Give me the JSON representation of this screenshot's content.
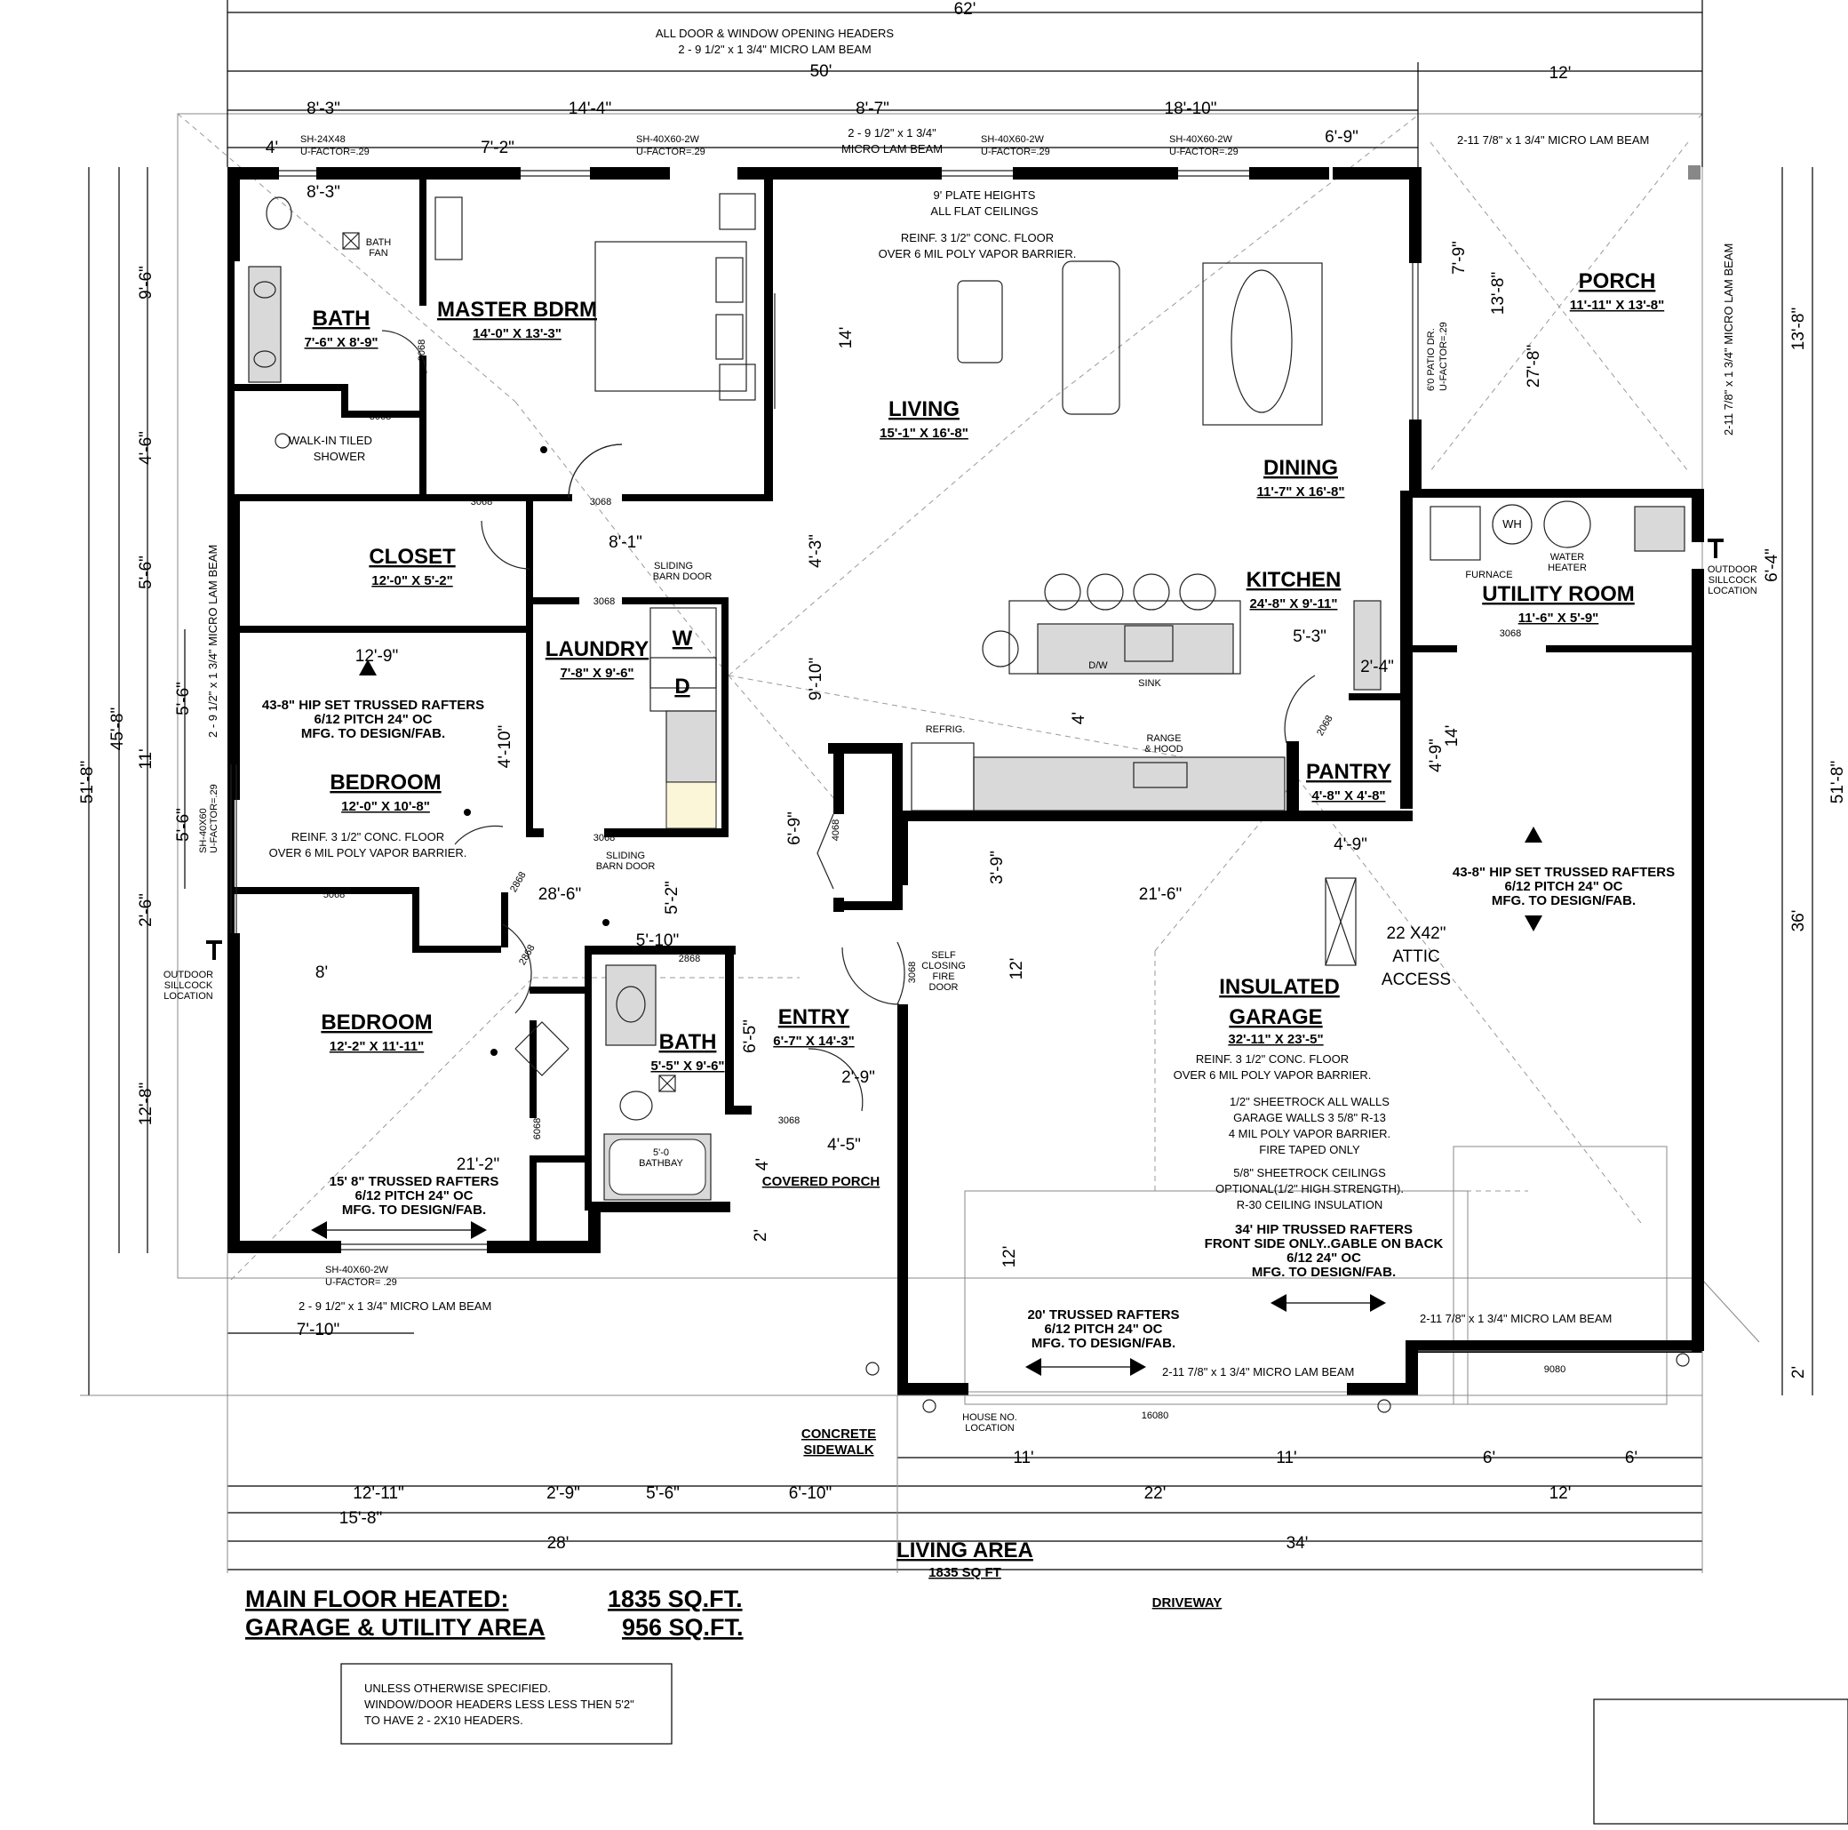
{
  "overall": {
    "total_width": "62'",
    "house_width": "50'",
    "porch_width": "12'",
    "header_note_1": "ALL DOOR & WINDOW OPENING HEADERS",
    "header_note_2": "2 - 9 1/2\" x 1 3/4\"  MICRO LAM BEAM"
  },
  "top_dims": {
    "row1": [
      "8'-3\"",
      "14'-4\"",
      "8'-7\"",
      "18'-10\""
    ],
    "row2": [
      "4'",
      "7'-2\"",
      "6'-9\""
    ]
  },
  "windows": {
    "w1": [
      "SH-24X48",
      "U-FACTOR=.29"
    ],
    "w2": [
      "SH-40X60-2W",
      "U-FACTOR=.29"
    ],
    "w3": [
      "SH-40X60-2W",
      "U-FACTOR=.29"
    ],
    "w4": [
      "SH-40X60-2W",
      "U-FACTOR=.29"
    ],
    "beam_mid": [
      "2 - 9 1/2\" x 1 3/4\"",
      "MICRO LAM BEAM"
    ],
    "porch_beam": "2-11 7/8\" x 1 3/4\" MICRO LAM BEAM",
    "porch_beam_v": "2-11 7/8\" x 1 3/4\" MICRO LAM BEAM",
    "left_beam_v": "2 - 9 1/2\" x 1 3/4\" MICRO LAM BEAM",
    "left_window_v": [
      "SH-40X60",
      "U-FACTOR=.29"
    ],
    "patio_door": [
      "6'0 PATIO DR.",
      "U-FACTOR=.29"
    ],
    "bottom_window": [
      "SH-40X60-2W",
      "U-FACTOR= .29"
    ],
    "bottom_beam": "2 - 9 1/2\" x 1 3/4\" MICRO LAM BEAM"
  },
  "left_dims": {
    "outer": [
      "51'-8\"",
      "45'-8\""
    ],
    "inner": [
      "9'-6\"",
      "4'-6\"",
      "5'-6\"",
      "11'",
      "2'-6\"",
      "12'-8\""
    ],
    "window": [
      "5'-6\"",
      "5'-6\""
    ]
  },
  "right_dims": [
    "13'-8\"",
    "36'",
    "2'",
    "51'-8\"",
    "6'-4\""
  ],
  "rooms": {
    "bath_master": {
      "name": "BATH",
      "size": "7'-6\" X 8'-9\""
    },
    "master": {
      "name": "MASTER BDRM",
      "size": "14'-0\" X 13'-3\""
    },
    "living": {
      "name": "LIVING",
      "size": "15'-1\" X 16'-8\""
    },
    "dining": {
      "name": "DINING",
      "size": "11'-7\" X 16'-8\""
    },
    "porch": {
      "name": "PORCH",
      "size": "11'-11\" X 13'-8\""
    },
    "closet": {
      "name": "CLOSET",
      "size": "12'-0\" X 5'-2\""
    },
    "laundry": {
      "name": "LAUNDRY",
      "size": "7'-8\" X 9'-6\""
    },
    "kitchen": {
      "name": "KITCHEN",
      "size": "24'-8\" X 9'-11\""
    },
    "utility": {
      "name": "UTILITY ROOM",
      "size": "11'-6\" X 5'-9\""
    },
    "bedroom1": {
      "name": "BEDROOM",
      "size": "12'-0\" X 10'-8\""
    },
    "pantry": {
      "name": "PANTRY",
      "size": "4'-8\" X 4'-8\""
    },
    "bedroom2": {
      "name": "BEDROOM",
      "size": "12'-2\" X 11'-11\""
    },
    "bath2": {
      "name": "BATH",
      "size": "5'-5\" X 9'-6\""
    },
    "entry": {
      "name": "ENTRY",
      "size": "6'-7\" X 14'-3\""
    },
    "garage": {
      "name1": "INSULATED",
      "name2": "GARAGE",
      "size": "32'-11\" X 23'-5\""
    },
    "covered_porch": {
      "name": "COVERED PORCH"
    }
  },
  "notes": {
    "plate_heights": [
      "9' PLATE HEIGHTS",
      "ALL FLAT CEILINGS"
    ],
    "floor_living": [
      "REINF. 3 1/2\" CONC. FLOOR",
      "OVER 6 MIL POLY VAPOR BARRIER."
    ],
    "walk_in_shower": [
      "WALK-IN TILED",
      "SHOWER"
    ],
    "bath_fan": [
      "BATH",
      "FAN"
    ],
    "hip_left": [
      "43-8\"  HIP SET TRUSSED RAFTERS",
      "6/12 PITCH 24\" OC",
      "MFG. TO DESIGN/FAB."
    ],
    "floor_bedroom": [
      "REINF. 3 1/2\" CONC. FLOOR",
      "OVER 6 MIL POLY VAPOR BARRIER."
    ],
    "hip_right": [
      "43-8\"  HIP SET TRUSSED RAFTERS",
      "6/12 PITCH 24\" OC",
      "MFG. TO DESIGN/FAB."
    ],
    "attic": [
      "22 X42\"",
      "ATTIC",
      "ACCESS"
    ],
    "garage_floor": [
      "REINF. 3 1/2\" CONC. FLOOR",
      "OVER 6 MIL POLY VAPOR BARRIER."
    ],
    "sheetrock": [
      "1/2\" SHEETROCK ALL WALLS",
      "GARAGE WALLS 3 5/8\"  R-13",
      "4 MIL POLY VAPOR BARRIER.",
      "FIRE TAPED ONLY"
    ],
    "ceilings": [
      "5/8\" SHEETROCK CEILINGS",
      "OPTIONAL(1/2\" HIGH STRENGTH).",
      "R-30 CEILING INSULATION"
    ],
    "hip_34": [
      "34' HIP TRUSSED RAFTERS",
      "FRONT SIDE ONLY..GABLE ON BACK",
      "6/12  24\" OC",
      "MFG. TO DESIGN/FAB."
    ],
    "trussed_20": [
      "20' TRUSSED RAFTERS",
      "6/12 PITCH 24\" OC",
      "MFG. TO DESIGN/FAB."
    ],
    "trussed_15": [
      "15' 8\" TRUSSED RAFTERS",
      "6/12 PITCH 24\" OC",
      "MFG. TO DESIGN/FAB."
    ],
    "beam_garage_r": "2-11 7/8\" x 1 3/4\" MICRO LAM BEAM",
    "beam_garage_b": "2-11 7/8\" x 1 3/4\" MICRO LAM BEAM",
    "fire_door": [
      "SELF",
      "CLOSING",
      "FIRE",
      "DOOR"
    ],
    "sillcock_l": [
      "OUTDOOR",
      "SILLCOCK",
      "LOCATION"
    ],
    "sillcock_r": [
      "OUTDOOR",
      "SILLCOCK",
      "LOCATION"
    ],
    "sliding_1": [
      "SLIDING",
      "BARN DOOR"
    ],
    "sliding_2": [
      "SLIDING",
      "BARN DOOR"
    ],
    "house_no": [
      "HOUSE NO.",
      "LOCATION"
    ],
    "furnace": "FURNACE",
    "wh": "WH",
    "water_heater": [
      "WATER",
      "HEATER"
    ],
    "refrig": "REFRIG.",
    "range": [
      "RANGE",
      "& HOOD"
    ],
    "dw": "D/W",
    "sink": "SINK",
    "bathbay": [
      "5'-0",
      "BATHBAY"
    ],
    "washer": "W",
    "dryer": "D",
    "concrete_sidewalk": [
      "CONCRETE",
      "SIDEWALK"
    ],
    "driveway": "DRIVEWAY",
    "living_area": "LIVING AREA",
    "living_area_sqft": "1835 SQ FT",
    "unless": [
      "UNLESS OTHERWISE SPECIFIED.",
      "WINDOW/DOOR HEADERS LESS LESS THEN 5'2\"",
      " TO HAVE 2 - 2X10 HEADERS."
    ]
  },
  "doors": [
    "3068",
    "3068",
    "3068",
    "3068",
    "3068",
    "3068",
    "3068",
    "5068",
    "2868",
    "2868",
    "2868",
    "2068",
    "6068",
    "4068",
    "3068",
    "3068",
    "3068",
    "9080",
    "16080",
    "3068"
  ],
  "interior_dims": [
    "8'-3\"",
    "8'-1\"",
    "4'-3\"",
    "12'-9\"",
    "4'-10\"",
    "9'-10\"",
    "14'",
    "5'-3\"",
    "2'-4\"",
    "4'-9\"",
    "4'-9\"",
    "4'",
    "6'-9\"",
    "28'-6\"",
    "5'-2\"",
    "3'-9\"",
    "21'-6\"",
    "8'",
    "5'-10\"",
    "6'-5\"",
    "2'-9\"",
    "4'",
    "4'-5\"",
    "12'",
    "12'",
    "21'-2\"",
    "2'",
    "7'-10\"",
    "7'-9\"",
    "13'-8\"",
    "27'-8\"",
    "14'"
  ],
  "bottom_dims": {
    "row_a": [
      "11'",
      "11'",
      "6'",
      "6'"
    ],
    "row_b": [
      "12'-11\"",
      "2'-9\"",
      "5'-6\"",
      "6'-10\"",
      "22'",
      "12'"
    ],
    "row_c": [
      "15'-8\""
    ],
    "row_d": [
      "28'",
      "34'"
    ]
  },
  "summary": {
    "heated_label": "MAIN FLOOR HEATED:",
    "heated_value": "1835 SQ.FT.",
    "garage_label": "GARAGE & UTILITY AREA",
    "garage_value": "956 SQ.FT."
  }
}
